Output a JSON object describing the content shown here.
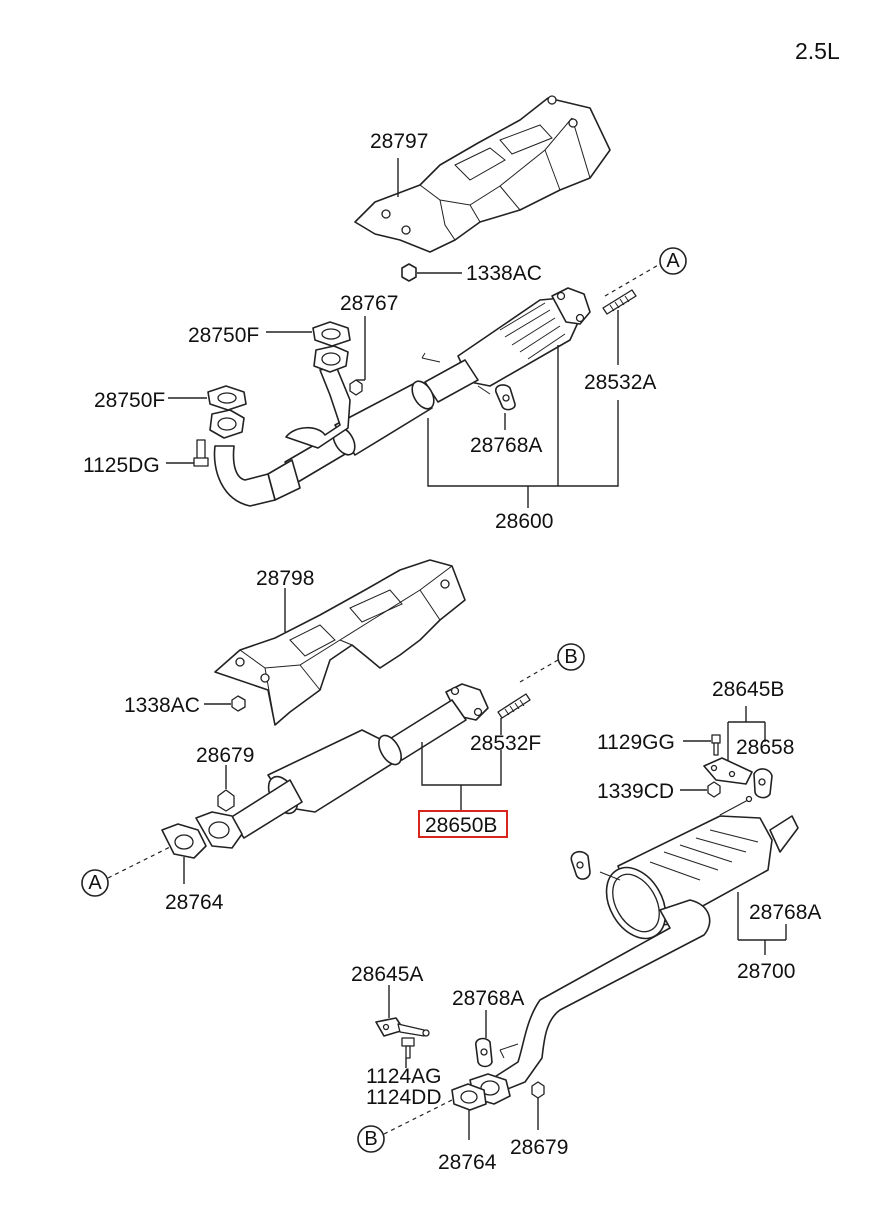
{
  "engine_label": "2.5L",
  "ref_markers": {
    "a_top": "A",
    "b_mid": "B",
    "a_mid": "A",
    "b_bottom": "B"
  },
  "labels": {
    "heat_protector_front": "28797",
    "nut_front": "1338AC",
    "gasket_front_1": "28750F",
    "gasket_front_2": "28750F",
    "nut_28767": "28767",
    "bolt_1125dg": "1125DG",
    "hanger_front": "28768A",
    "stud_28532a": "28532A",
    "front_pipe_assy": "28600",
    "heat_protector_center": "28798",
    "nut_center": "1338AC",
    "nut_28679_center": "28679",
    "stud_28532f": "28532F",
    "center_pipe_assy": "28650B",
    "gasket_28764_center": "28764",
    "bracket_28645b": "28645B",
    "bolt_1129gg": "1129GG",
    "hanger_28658": "28658",
    "bolt_1339cd": "1339CD",
    "hanger_rear": "28768A",
    "muffler_assy": "28700",
    "bracket_28645a": "28645A",
    "hanger_28768a_lower": "28768A",
    "bolt_1124ag": "1124AG",
    "bolt_1124dd": "1124DD",
    "gasket_28764_rear": "28764",
    "nut_28679_rear": "28679"
  },
  "highlight_color": "#d9241c",
  "highlighted_part": "28650B"
}
